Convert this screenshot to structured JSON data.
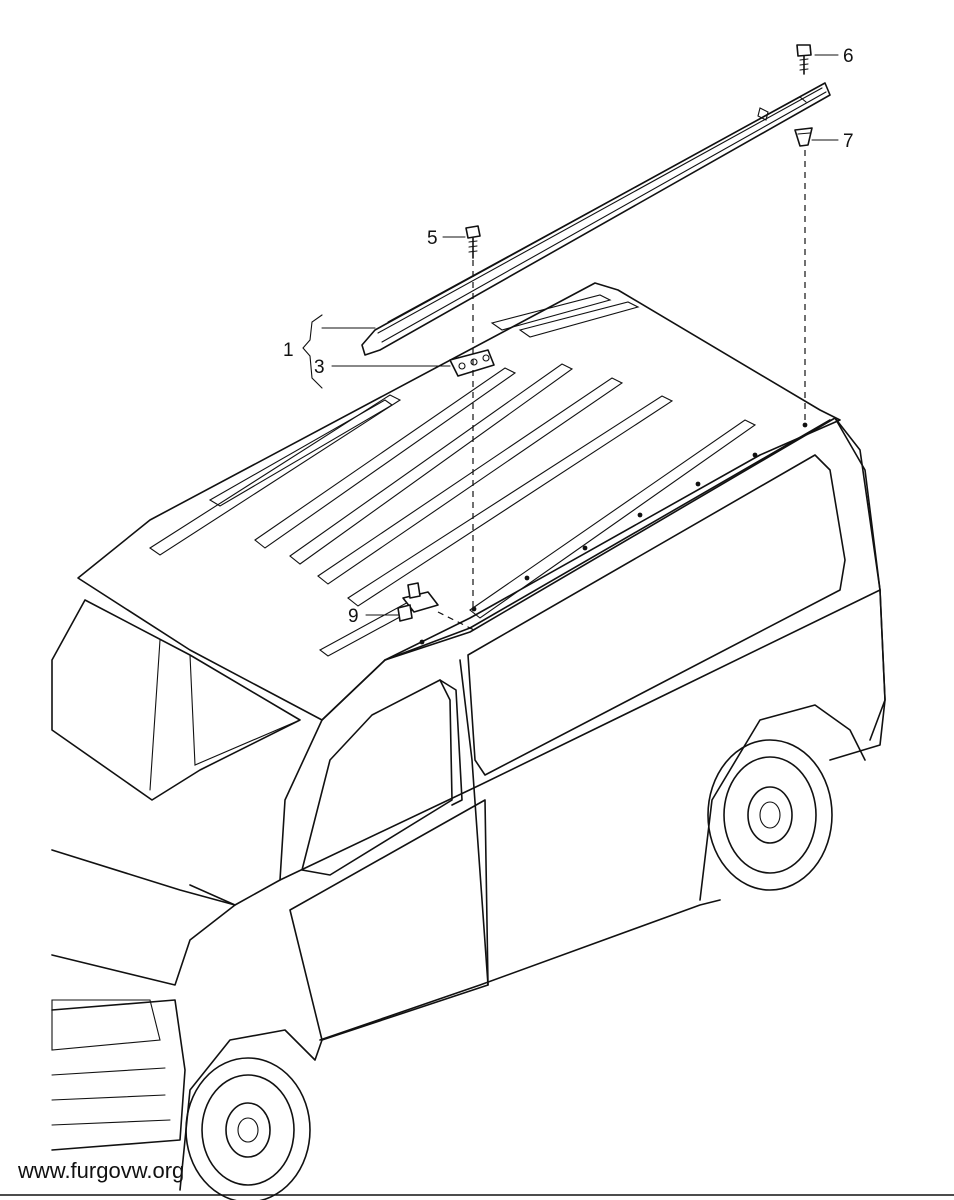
{
  "callouts": [
    {
      "number": "1"
    },
    {
      "number": "3"
    },
    {
      "number": "5"
    },
    {
      "number": "6"
    },
    {
      "number": "7"
    },
    {
      "number": "9"
    }
  ],
  "watermark": "www.furgovw.org",
  "colors": {
    "line": "#111111",
    "background": "#ffffff"
  }
}
